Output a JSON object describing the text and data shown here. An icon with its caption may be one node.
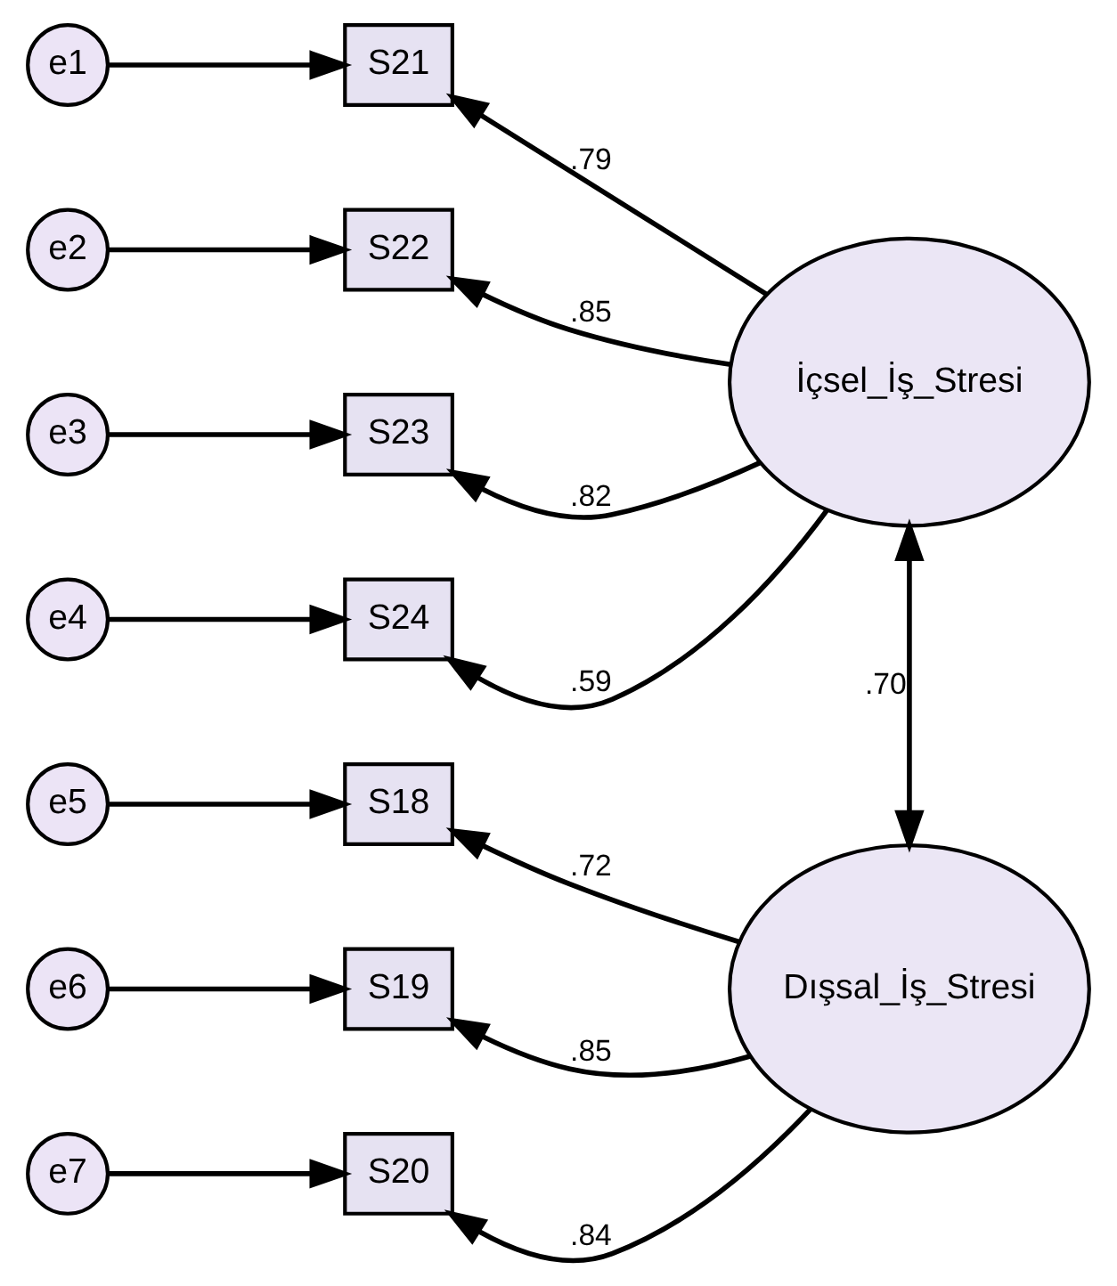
{
  "diagram": {
    "nodes": [
      {
        "text": [
          "e1"
        ]
      },
      {
        "text": [
          "e2"
        ]
      },
      {
        "text": [
          "e3"
        ]
      },
      {
        "text": [
          "e4"
        ]
      },
      {
        "text": [
          "e5"
        ]
      },
      {
        "text": [
          "e6"
        ]
      },
      {
        "text": [
          "e7"
        ]
      },
      {
        "text": [
          "S21"
        ]
      },
      {
        "text": [
          "S22"
        ]
      },
      {
        "text": [
          "S23"
        ]
      },
      {
        "text": [
          "S24"
        ]
      },
      {
        "text": [
          "S18"
        ]
      },
      {
        "text": [
          "S19"
        ]
      },
      {
        "text": [
          "S20"
        ]
      },
      {
        "text": [
          "İçsel_İş_Stresi"
        ]
      },
      {
        "text": [
          "Dışsal_İş_Stresi"
        ]
      }
    ],
    "edges": [
      {
        "from": 0,
        "to": 7,
        "arrow": "to"
      },
      {
        "from": 1,
        "to": 8,
        "arrow": "to"
      },
      {
        "from": 2,
        "to": 9,
        "arrow": "to"
      },
      {
        "from": 3,
        "to": 10,
        "arrow": "to"
      },
      {
        "from": 4,
        "to": 11,
        "arrow": "to"
      },
      {
        "from": 5,
        "to": 12,
        "arrow": "to"
      },
      {
        "from": 6,
        "to": 13,
        "arrow": "to"
      },
      {
        "from": 14,
        "to": 7,
        "arrow": "to",
        "label": ".79"
      },
      {
        "from": 14,
        "to": 8,
        "arrow": "to",
        "label": ".85"
      },
      {
        "from": 14,
        "to": 9,
        "arrow": "to",
        "label": ".82"
      },
      {
        "from": 14,
        "to": 10,
        "arrow": "to",
        "label": ".59"
      },
      {
        "from": 15,
        "to": 11,
        "arrow": "to",
        "label": ".72"
      },
      {
        "from": 15,
        "to": 12,
        "arrow": "to",
        "label": ".85"
      },
      {
        "from": 15,
        "to": 13,
        "arrow": "to",
        "label": ".84"
      },
      {
        "from": 14,
        "to": 15,
        "arrow": "both",
        "label": ".70"
      }
    ]
  }
}
